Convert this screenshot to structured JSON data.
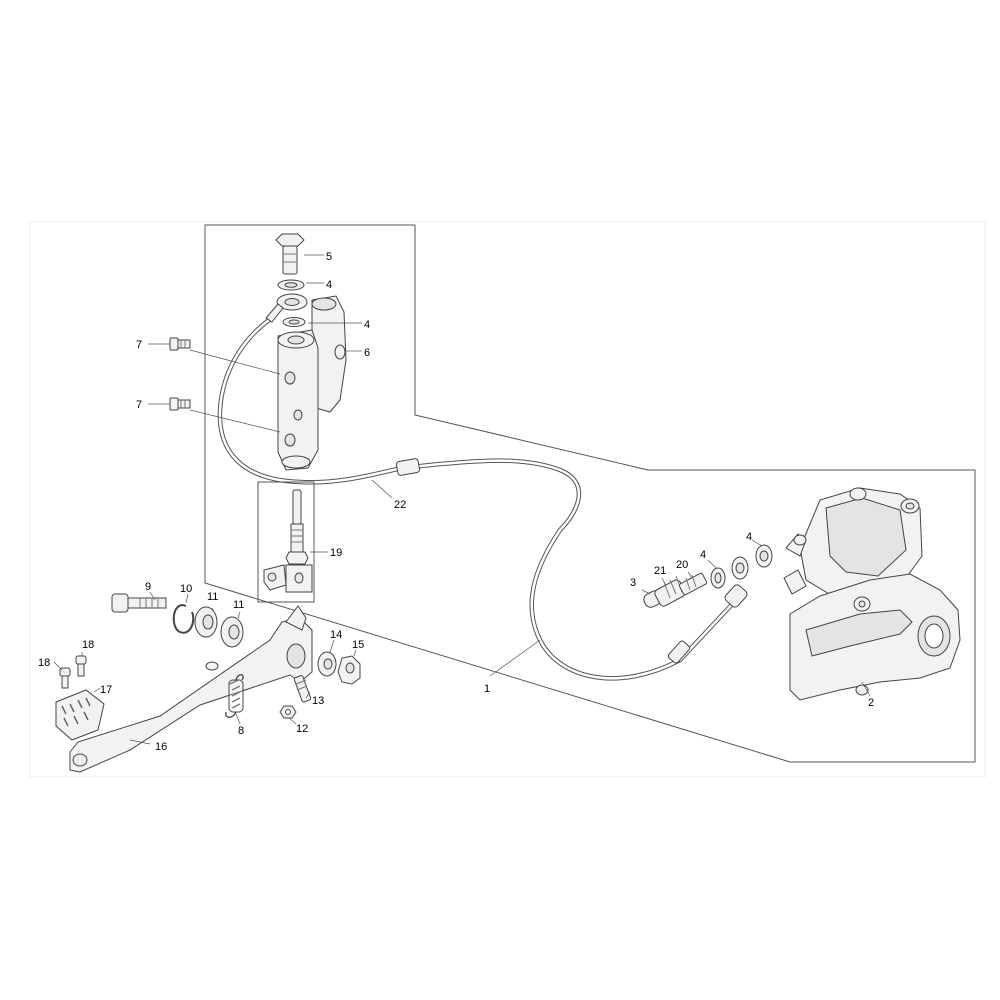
{
  "diagram": {
    "callouts": {
      "c1": "1",
      "c2": "2",
      "c3": "3",
      "c4a": "4",
      "c4b": "4",
      "c4c": "4",
      "c4d": "4",
      "c5": "5",
      "c6": "6",
      "c7a": "7",
      "c7b": "7",
      "c8": "8",
      "c9": "9",
      "c10": "10",
      "c11a": "11",
      "c11b": "11",
      "c12": "12",
      "c13": "13",
      "c14": "14",
      "c15": "15",
      "c16": "16",
      "c17": "17",
      "c18a": "18",
      "c18b": "18",
      "c19": "19",
      "c20": "20",
      "c21": "21",
      "c22": "22"
    }
  }
}
